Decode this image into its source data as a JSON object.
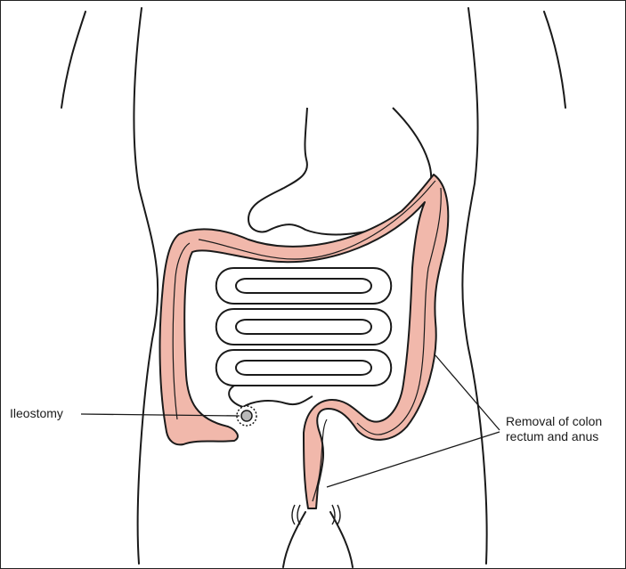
{
  "labels": {
    "ileostomy": "Ileostomy",
    "removal_line1": "Removal of colon",
    "removal_line2": "rectum and anus"
  },
  "colors": {
    "colon_fill": "#f1b8ab",
    "outline": "#1a1a1a",
    "background": "#ffffff",
    "stoma_fill": "#b9b9b9"
  }
}
